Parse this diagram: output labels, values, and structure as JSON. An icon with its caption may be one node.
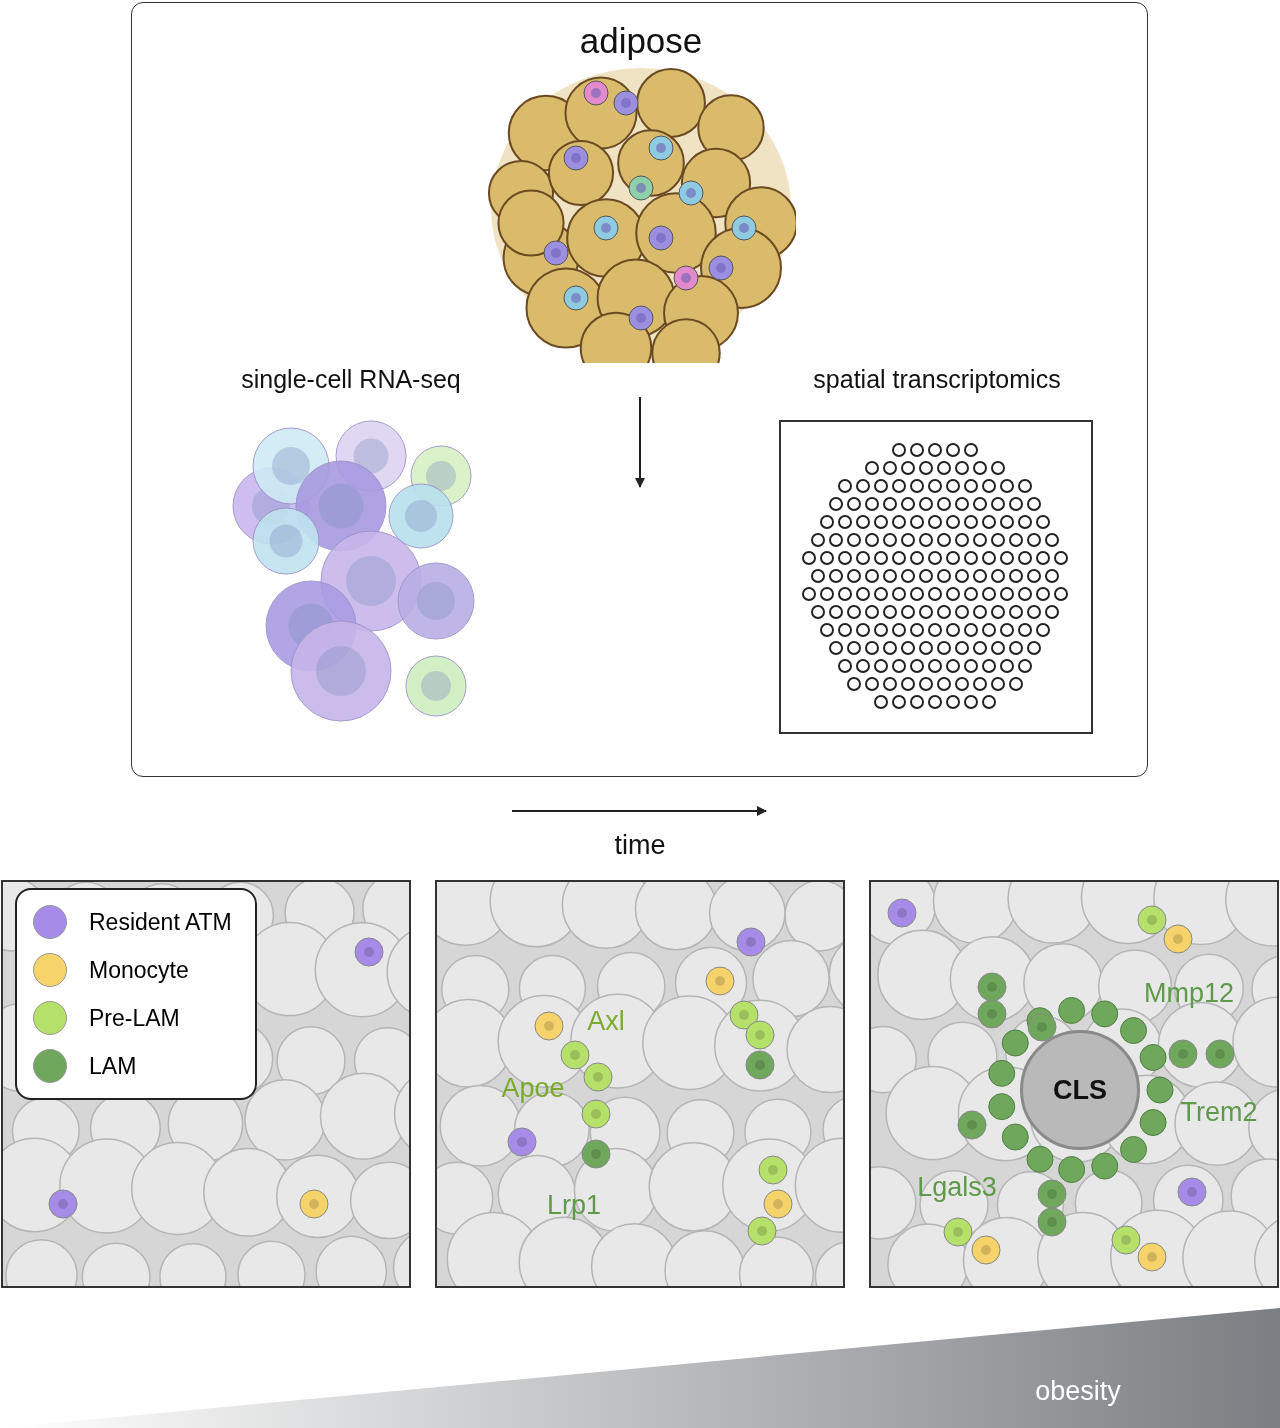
{
  "diagram": {
    "nodes": [
      {
        "text": [],
        "shape": "box"
      },
      {
        "text": [
          "adipose"
        ],
        "in": 0
      },
      {
        "text": [
          "single-cell RNA-seq"
        ],
        "in": 0
      },
      {
        "text": [
          "spatial transcriptomics"
        ],
        "in": 0
      },
      {
        "text": [],
        "shape": "box"
      },
      {
        "text": [],
        "shape": "box"
      },
      {
        "text": [],
        "shape": "box"
      },
      {
        "text": [
          "CLS"
        ],
        "in": 6
      }
    ],
    "labels": [
      "time",
      "Axl",
      "Apoe",
      "Lrp1",
      "Mmp12",
      "Trem2",
      "Lgals3",
      "obesity"
    ],
    "legend": [
      {
        "text": "Resident ATM",
        "color": "#a68be8"
      },
      {
        "text": "Monocyte",
        "color": "#f6d36b"
      },
      {
        "text": "Pre-LAM",
        "color": "#b5e06a"
      },
      {
        "text": "LAM",
        "color": "#6fa85c"
      }
    ]
  }
}
